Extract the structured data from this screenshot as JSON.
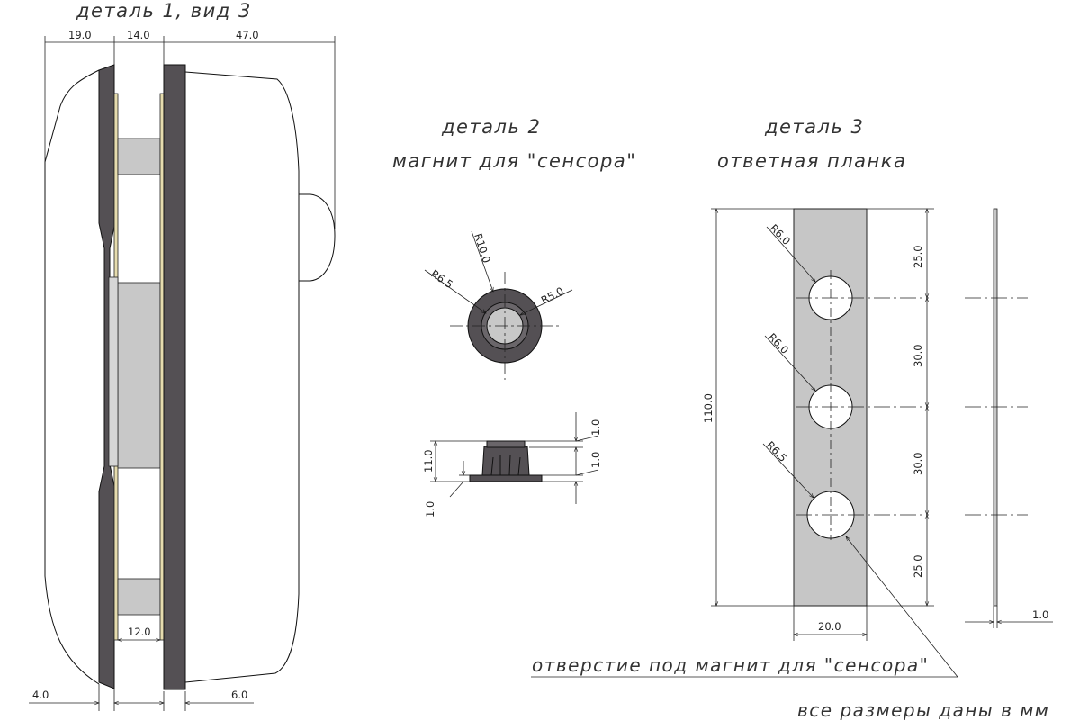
{
  "titles": {
    "detail1": "деталь 1, вид 3",
    "detail2_line1": "деталь 2",
    "detail2_line2": "магнит для \"сенсора\"",
    "detail3_line1": "деталь 3",
    "detail3_line2": "ответная планка"
  },
  "detail1_dims": {
    "top_left": "19.0",
    "top_mid": "14.0",
    "top_right": "47.0",
    "gap": "12.0",
    "bottom_left": "4.0",
    "bottom_right": "6.0"
  },
  "detail2_dims": {
    "r_outer": "R10.0",
    "r_mid": "R6.5",
    "r_inner": "R5.0",
    "height": "11.0",
    "base": "1.0",
    "top_step": "1.0",
    "side_step": "1.0"
  },
  "detail3_dims": {
    "hole1_r": "R6.0",
    "hole2_r": "R6.0",
    "hole3_r": "R6.5",
    "length": "110.0",
    "seg_top": "25.0",
    "seg_mid1": "30.0",
    "seg_mid2": "30.0",
    "seg_bottom": "25.0",
    "width": "20.0",
    "thickness": "1.0"
  },
  "notes": {
    "hole_note": "отверстие под магнит для \"сенсора\"",
    "units": "все размеры даны в мм"
  },
  "colors": {
    "dark_part": "#545054",
    "gray_part": "#c8c8c8",
    "plate": "#c6c6c6",
    "shim": "#e6dcae"
  }
}
